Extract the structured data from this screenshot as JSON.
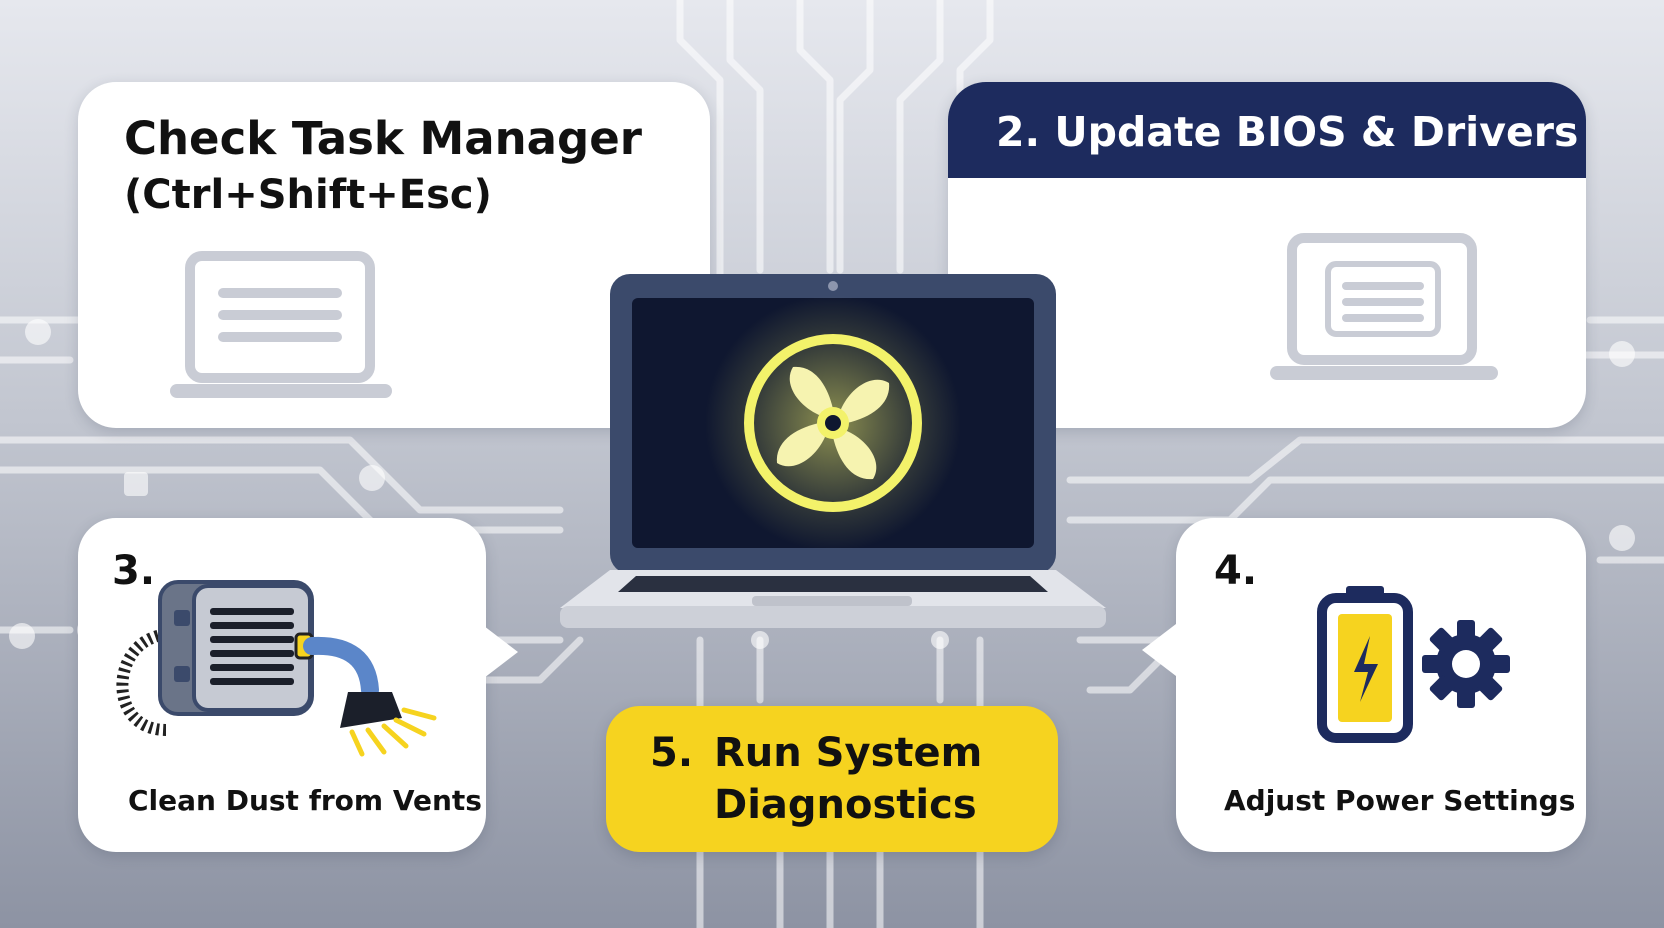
{
  "colors": {
    "navy": "#1d2b5e",
    "yellow": "#f6d31f",
    "white": "#ffffff",
    "laptop_frame": "#3b4a6b",
    "screen": "#0f1730",
    "fan_glow": "#f3f26a"
  },
  "steps": {
    "step1": {
      "title_line1": "Check Task Manager",
      "title_line2": "(Ctrl+Shift+Esc)",
      "icon": "laptop-task-manager-icon"
    },
    "step2": {
      "title": "2.  Update BIOS & Drivers",
      "icon": "laptop-bios-icon"
    },
    "step3": {
      "number": "3.",
      "caption": "Clean Dust from Vents",
      "icon": "vacuum-vent-cleaning-icon"
    },
    "step4": {
      "number": "4.",
      "caption": "Adjust Power Settings",
      "icon": "battery-gear-icon"
    },
    "step5": {
      "number": "5.",
      "title_line1": "Run System",
      "title_line2": "Diagnostics"
    }
  },
  "center": {
    "icon": "laptop-fan-icon"
  }
}
